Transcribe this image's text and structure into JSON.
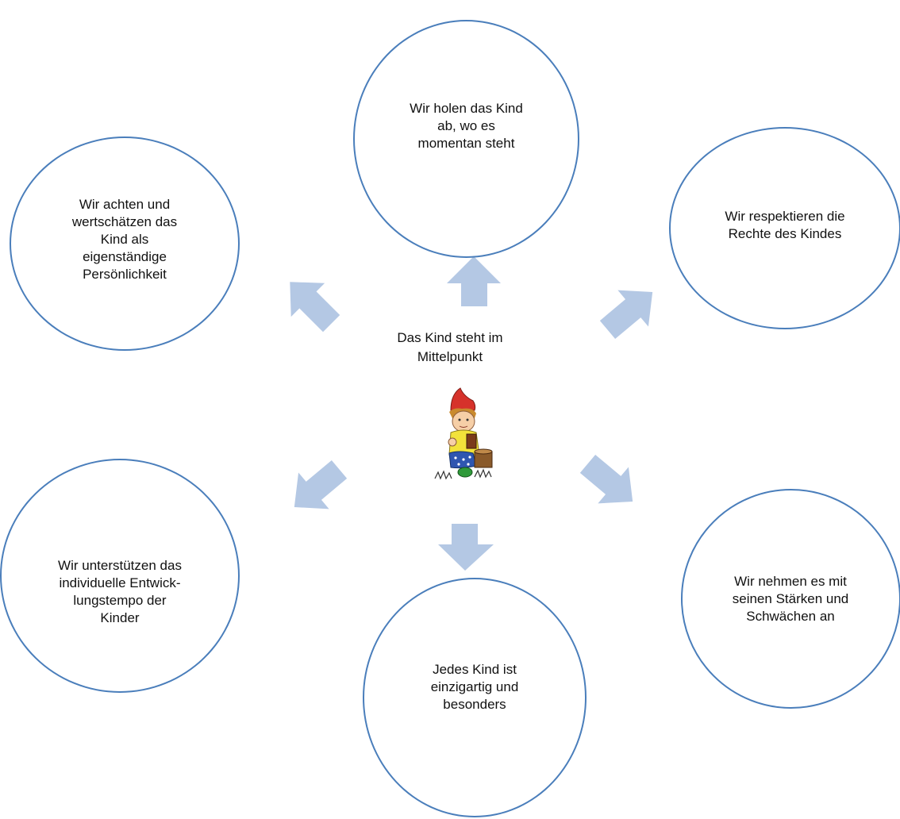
{
  "center": {
    "label": "Das Kind steht im\nMittelpunkt",
    "illustration": "gnome-child-illustration"
  },
  "circles": [
    {
      "id": "top",
      "text": "Wir holen das Kind\nab, wo es\nmomentan steht"
    },
    {
      "id": "upper-left",
      "text": "Wir achten und\nwertschätzen das\nKind als\neigenständige\nPersönlichkeit"
    },
    {
      "id": "upper-right",
      "text": "Wir respektieren die\nRechte des Kindes"
    },
    {
      "id": "lower-left",
      "text": "Wir unterstützen das\nindividuelle Entwick-\nlungstempo der\nKinder"
    },
    {
      "id": "lower-right",
      "text": "Wir nehmen es mit\nseinen Stärken und\nSchwächen an"
    },
    {
      "id": "bottom",
      "text": "Jedes Kind ist\neinzigartig und\nbesonders"
    }
  ],
  "colors": {
    "circle_border": "#4a7ebb",
    "arrow_fill": "#b4c8e4",
    "text": "#111111"
  }
}
